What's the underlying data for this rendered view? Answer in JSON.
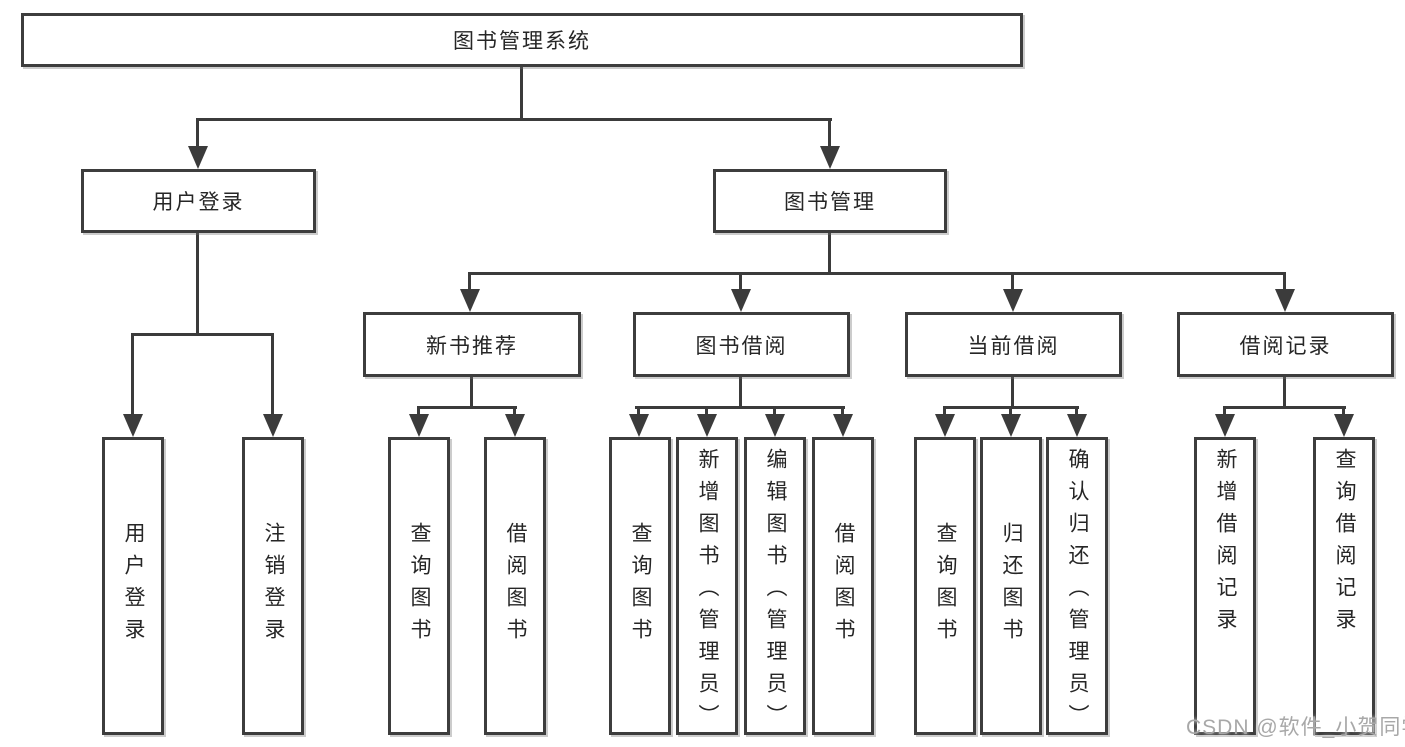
{
  "tree": {
    "label": "图书管理系统",
    "children": [
      {
        "label": "用户登录",
        "children": [
          {
            "label": "用户登录"
          },
          {
            "label": "注销登录"
          }
        ]
      },
      {
        "label": "图书管理",
        "children": [
          {
            "label": "新书推荐",
            "children": [
              {
                "label": "查询图书"
              },
              {
                "label": "借阅图书"
              }
            ]
          },
          {
            "label": "图书借阅",
            "children": [
              {
                "label": "查询图书"
              },
              {
                "label": "新增图书（管理员）"
              },
              {
                "label": "编辑图书（管理员）"
              },
              {
                "label": "借阅图书"
              }
            ]
          },
          {
            "label": "当前借阅",
            "children": [
              {
                "label": "查询图书"
              },
              {
                "label": "归还图书"
              },
              {
                "label": "确认归还（管理员）"
              }
            ]
          },
          {
            "label": "借阅记录",
            "children": [
              {
                "label": "新增借阅记录"
              },
              {
                "label": "查询借阅记录"
              }
            ]
          }
        ]
      }
    ]
  },
  "watermark": {
    "text": "CSDN @软件_小贺同学"
  },
  "colors": {
    "line": "#3b3b3b",
    "border": "#3d3d3d",
    "text": "#262626",
    "watermark": "#a8a8a8",
    "background": "#ffffff"
  }
}
